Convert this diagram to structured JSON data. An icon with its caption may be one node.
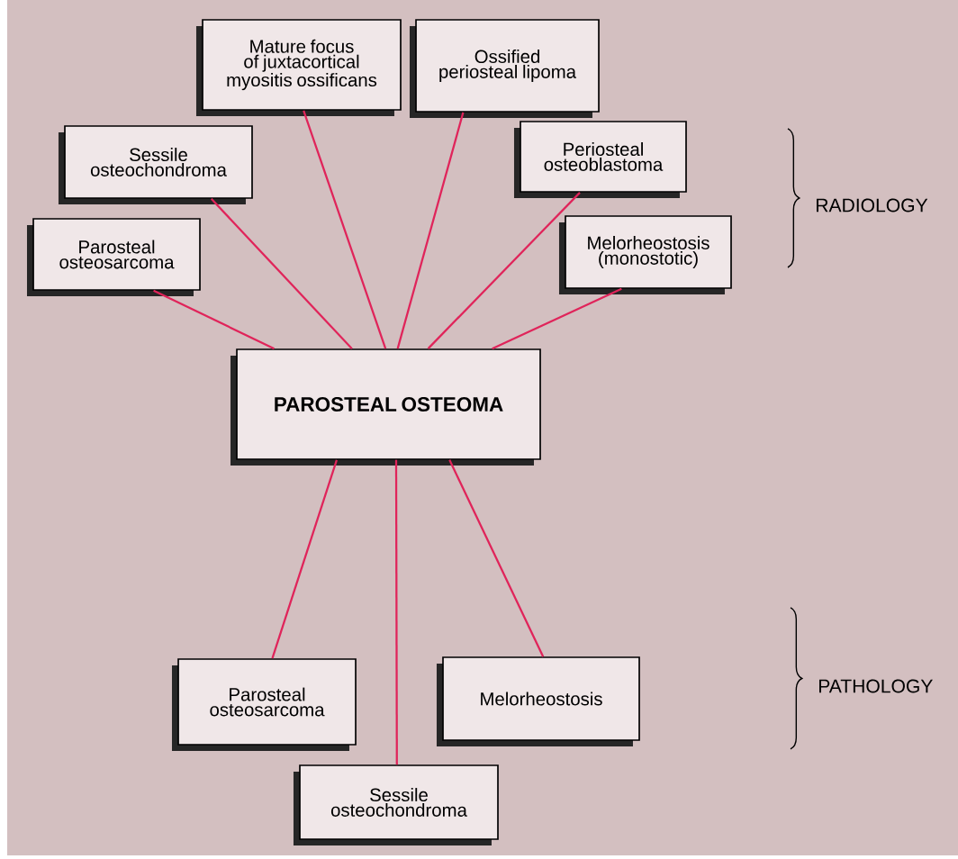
{
  "diagram": {
    "nodes": [
      {
        "text": [
          "PAROSTEAL OSTEOMA"
        ]
      },
      {
        "text": [
          "Parosteal osteosarcoma"
        ]
      },
      {
        "text": [
          "Sessile osteochondroma"
        ]
      },
      {
        "text": [
          "Mature focus of juxtacortical myositis ossificans"
        ]
      },
      {
        "text": [
          "Ossified periosteal lipoma"
        ]
      },
      {
        "text": [
          "Periosteal osteoblastoma"
        ]
      },
      {
        "text": [
          "Melorheostosis (monostotic)"
        ]
      },
      {
        "text": [
          "Parosteal osteosarcoma"
        ]
      },
      {
        "text": [
          "Melorheostosis"
        ]
      },
      {
        "text": [
          "Sessile osteochondroma"
        ]
      }
    ],
    "edges": [
      {
        "from": 0,
        "to": 1,
        "arrow": "none"
      },
      {
        "from": 0,
        "to": 2,
        "arrow": "none"
      },
      {
        "from": 0,
        "to": 3,
        "arrow": "none"
      },
      {
        "from": 0,
        "to": 4,
        "arrow": "none"
      },
      {
        "from": 0,
        "to": 5,
        "arrow": "none"
      },
      {
        "from": 0,
        "to": 6,
        "arrow": "none"
      },
      {
        "from": 0,
        "to": 7,
        "arrow": "none"
      },
      {
        "from": 0,
        "to": 8,
        "arrow": "none"
      },
      {
        "from": 0,
        "to": 9,
        "arrow": "none"
      }
    ],
    "labels": [
      "RADIOLOGY",
      "PATHOLOGY"
    ]
  }
}
